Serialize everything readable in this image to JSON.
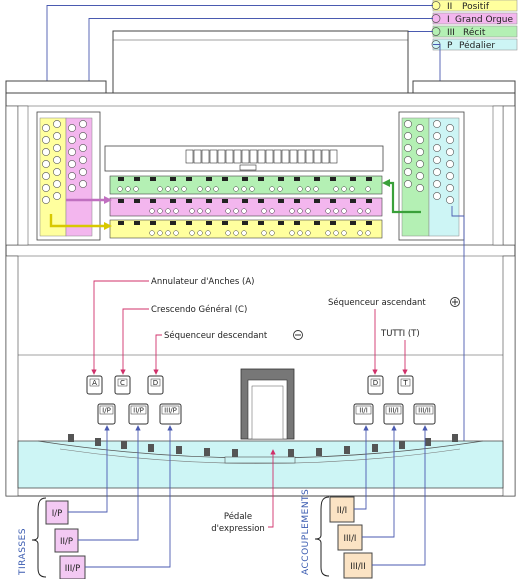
{
  "legend": [
    {
      "code": "II",
      "name": "Positif",
      "color": "#ffff9e"
    },
    {
      "code": "I",
      "name": "Grand Orgue",
      "color": "#f3b6ee"
    },
    {
      "code": "III",
      "name": "Récit",
      "color": "#b4f0b4"
    },
    {
      "code": "P",
      "name": "Pédalier",
      "color": "#cdf5f5"
    }
  ],
  "labels": {
    "annulateur": "Annulateur d'Anches (A)",
    "crescendo": "Crescendo Général (C)",
    "seq_desc": "Séquenceur descendant",
    "seq_asc": "Séquenceur ascendant",
    "tutti": "TUTTI (T)",
    "pedale": "Pédale",
    "expression": "d'expression",
    "tirasses": "TIRASSES",
    "accouplements": "ACCOUPLEMENTS"
  },
  "pistons_left": [
    "A",
    "C",
    "D"
  ],
  "pistons_right": [
    "D",
    "T"
  ],
  "tirasse_pistons": [
    "I/P",
    "II/P",
    "III/P"
  ],
  "coupler_pistons": [
    "II/I",
    "III/I",
    "III/II"
  ],
  "tirasse_boxes": [
    "I/P",
    "II/P",
    "III/P"
  ],
  "coupler_boxes": [
    "II/I",
    "III/I",
    "III/II"
  ],
  "colors": {
    "positif": "#ffff9e",
    "grand_orgue": "#f3b6ee",
    "recit": "#b4f0b4",
    "pedalier": "#cdf5f5",
    "box_tirasse": "#f3c9f3",
    "box_coupler": "#fbe3c4",
    "arrow_pink": "#d0306a",
    "arrow_blue": "#4a5ab0",
    "arrow_green": "#3aa03a",
    "arrow_yellow": "#d8c800"
  }
}
